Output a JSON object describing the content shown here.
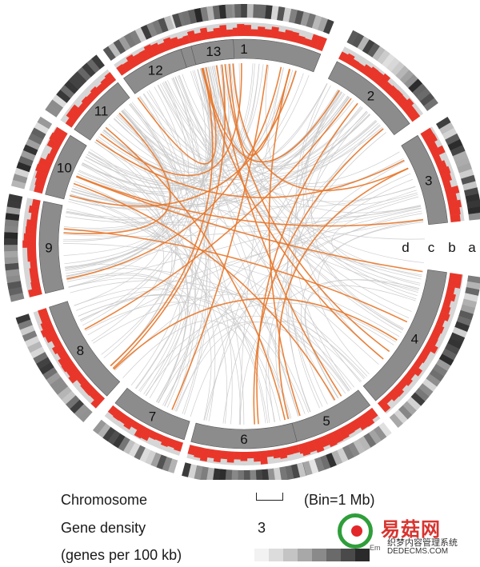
{
  "chromosomes": [
    {
      "label": "1"
    },
    {
      "label": "2"
    },
    {
      "label": "3"
    },
    {
      "label": "4"
    },
    {
      "label": "5"
    },
    {
      "label": "6"
    },
    {
      "label": "7"
    },
    {
      "label": "8"
    },
    {
      "label": "9"
    },
    {
      "label": "10"
    },
    {
      "label": "11"
    },
    {
      "label": "12"
    },
    {
      "label": "13"
    }
  ],
  "tracks": {
    "a": "a",
    "b": "b",
    "c": "c",
    "d": "d"
  },
  "legend": {
    "chromosome": "Chromosome",
    "bin": "(Bin=1 Mb)",
    "gene_density": "Gene density",
    "scale_max": "3",
    "per_unit": "(genes per 100 kb)"
  },
  "watermark": {
    "title": "易菇网",
    "subtitle": "织梦内容管理系统",
    "url": "DEDECMS.COM",
    "en": "Em"
  },
  "colors": {
    "chromosome": "#8c8c8c",
    "density_bar": "#e8372a",
    "density_bg": "#d6d6d6",
    "link_highlight": "#e8772a",
    "link_gray": "#c8c8c8"
  }
}
